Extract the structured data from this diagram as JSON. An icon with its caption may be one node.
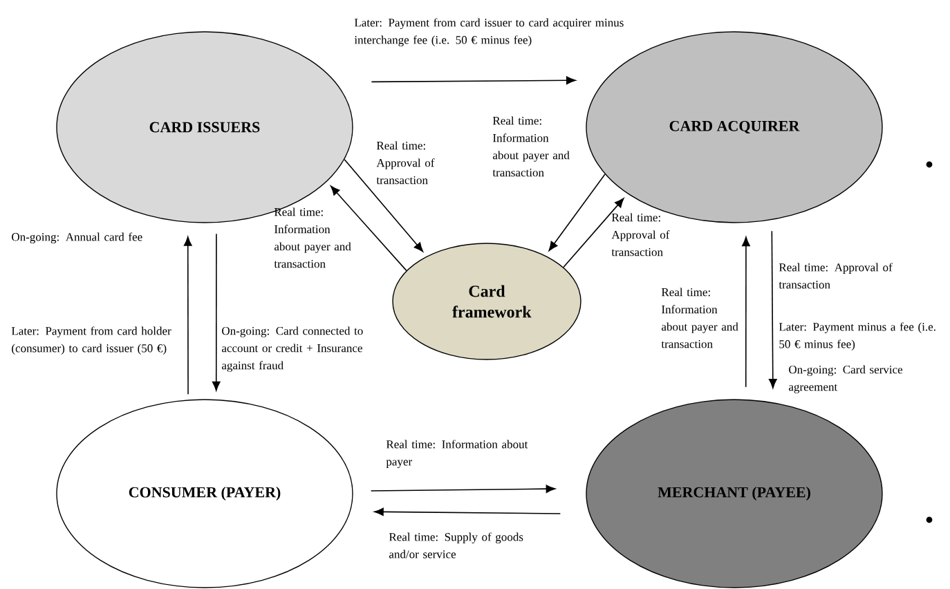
{
  "diagram": {
    "nodes": [
      {
        "text": [
          "CARD ISSUERS"
        ]
      },
      {
        "text": [
          "CARD ACQUIRER"
        ]
      },
      {
        "text": [
          "Card framework"
        ]
      },
      {
        "text": [
          "CONSUMER (PAYER)"
        ]
      },
      {
        "text": [
          "MERCHANT (PAYEE)"
        ]
      }
    ],
    "edges": [
      {
        "from": 0,
        "to": 1,
        "arrow": "to",
        "label": "Later: Payment from card issuer to card acquirer minus interchange fee (i.e. 50 € minus fee)"
      },
      {
        "from": 0,
        "to": 2,
        "arrow": "to",
        "label": "Real time: Approval of transaction"
      },
      {
        "from": 2,
        "to": 0,
        "arrow": "to",
        "label": "Real time: Information about payer and transaction"
      },
      {
        "from": 1,
        "to": 2,
        "arrow": "to",
        "label": "Real time: Information about payer and transaction"
      },
      {
        "from": 2,
        "to": 1,
        "arrow": "to",
        "label": "Real time: Approval of transaction"
      },
      {
        "from": 3,
        "to": 0,
        "arrow": "to",
        "label": "Later: Payment from card holder (consumer) to card issuer (50 €)"
      },
      {
        "from": 0,
        "to": 3,
        "arrow": "to",
        "label": "On-going: Card connected to account or credit + Insurance against fraud"
      },
      {
        "from": 4,
        "to": 1,
        "arrow": "to",
        "label": "Real time: Information about payer and transaction"
      },
      {
        "from": 1,
        "to": 4,
        "arrow": "to",
        "label": "Real time: Approval of transaction"
      },
      {
        "from": 3,
        "to": 4,
        "arrow": "to",
        "label": "Real time: Information about payer"
      },
      {
        "from": 4,
        "to": 3,
        "arrow": "to",
        "label": "Real time: Supply of goods and/or service"
      }
    ],
    "labels": [
      "On-going: Annual card fee",
      "Later: Payment minus a fee (i.e. 50 € minus fee)",
      "On-going: Card service agreement"
    ]
  }
}
